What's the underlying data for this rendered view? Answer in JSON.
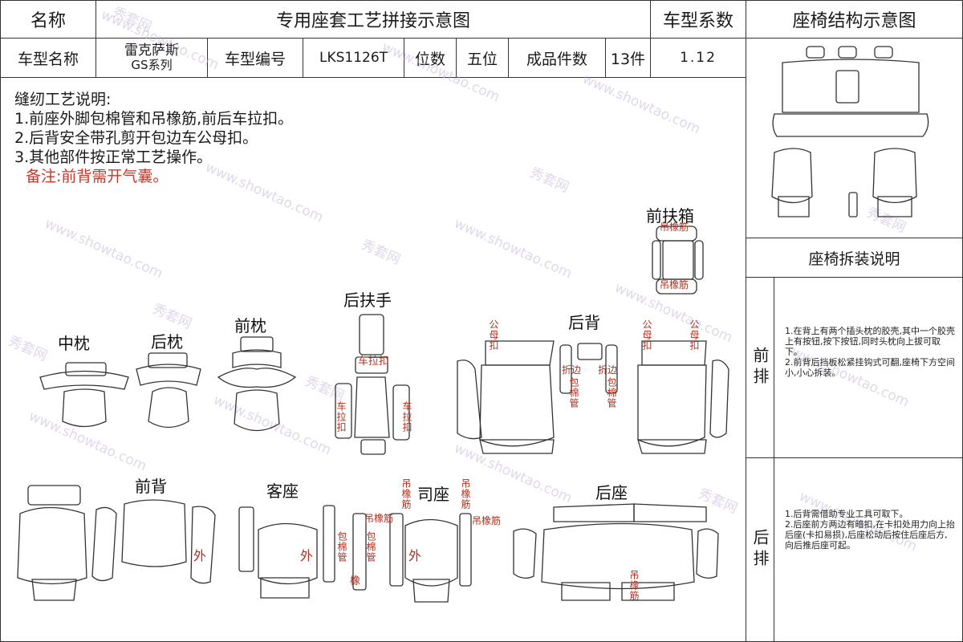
{
  "header": {
    "name_label": "名称",
    "title": "专用座套工艺拼接示意图",
    "coef_label": "车型系数",
    "struct_title": "座椅结构示意图",
    "model_label": "车型名称",
    "model_line1": "雷克萨斯",
    "model_line2": "GS系列",
    "code_label": "车型编号",
    "code_value": "LKS1126T",
    "seats_label": "位数",
    "seats_value": "五位",
    "pieces_label": "成品件数",
    "pieces_value": "13件",
    "coef_value": "1.12"
  },
  "notes": {
    "heading": "缝纫工艺说明:",
    "items": [
      "1.前座外脚包棉管和吊橡筋,前后车拉扣。",
      "2.后背安全带孔剪开包边车公母扣。",
      "3.其他部件按正常工艺操作。"
    ],
    "remark": "备注:前背需开气囊。"
  },
  "parts": {
    "front_armbox": "前扶箱",
    "mid_pillow": "中枕",
    "rear_pillow": "后枕",
    "front_pillow": "前枕",
    "rear_armrest": "后扶手",
    "rear_back": "后背",
    "front_back": "前背",
    "passenger_seat": "客座",
    "driver_seat": "司座",
    "rear_seat": "后座"
  },
  "annotations": {
    "bungee": "吊橡筋",
    "pull_button": "车拉扣",
    "snap": "公母扣",
    "fold_edge": "折边",
    "cotton_tube": "包棉管",
    "outer": "外",
    "bungee_short": "橡"
  },
  "sidebar": {
    "disassembly_title": "座椅拆装说明",
    "front_row_label": "前排",
    "front_row_text": [
      "1.在背上有两个插头枕的胶壳,其中一个胶壳上有按钮,按下按钮,同时头枕向上拔可取下。",
      "2.前背后挡板松紧挂钩式可翻,座椅下方空间小,小心拆装。"
    ],
    "rear_row_label": "后排",
    "rear_row_text": [
      "1.后背需借助专业工具可取下。",
      "2.后座前方两边有暗扣,在卡扣处用力向上抬后座(卡扣易损),后座松动后按住后座后方,向后推后座可起。"
    ]
  },
  "watermark": {
    "brand": "秀套网",
    "site": "www.showtao.com"
  },
  "colors": {
    "line": "#333333",
    "annotation_red": "#b03020",
    "remark": "#c0392b",
    "watermark": "#c7b8dc"
  }
}
